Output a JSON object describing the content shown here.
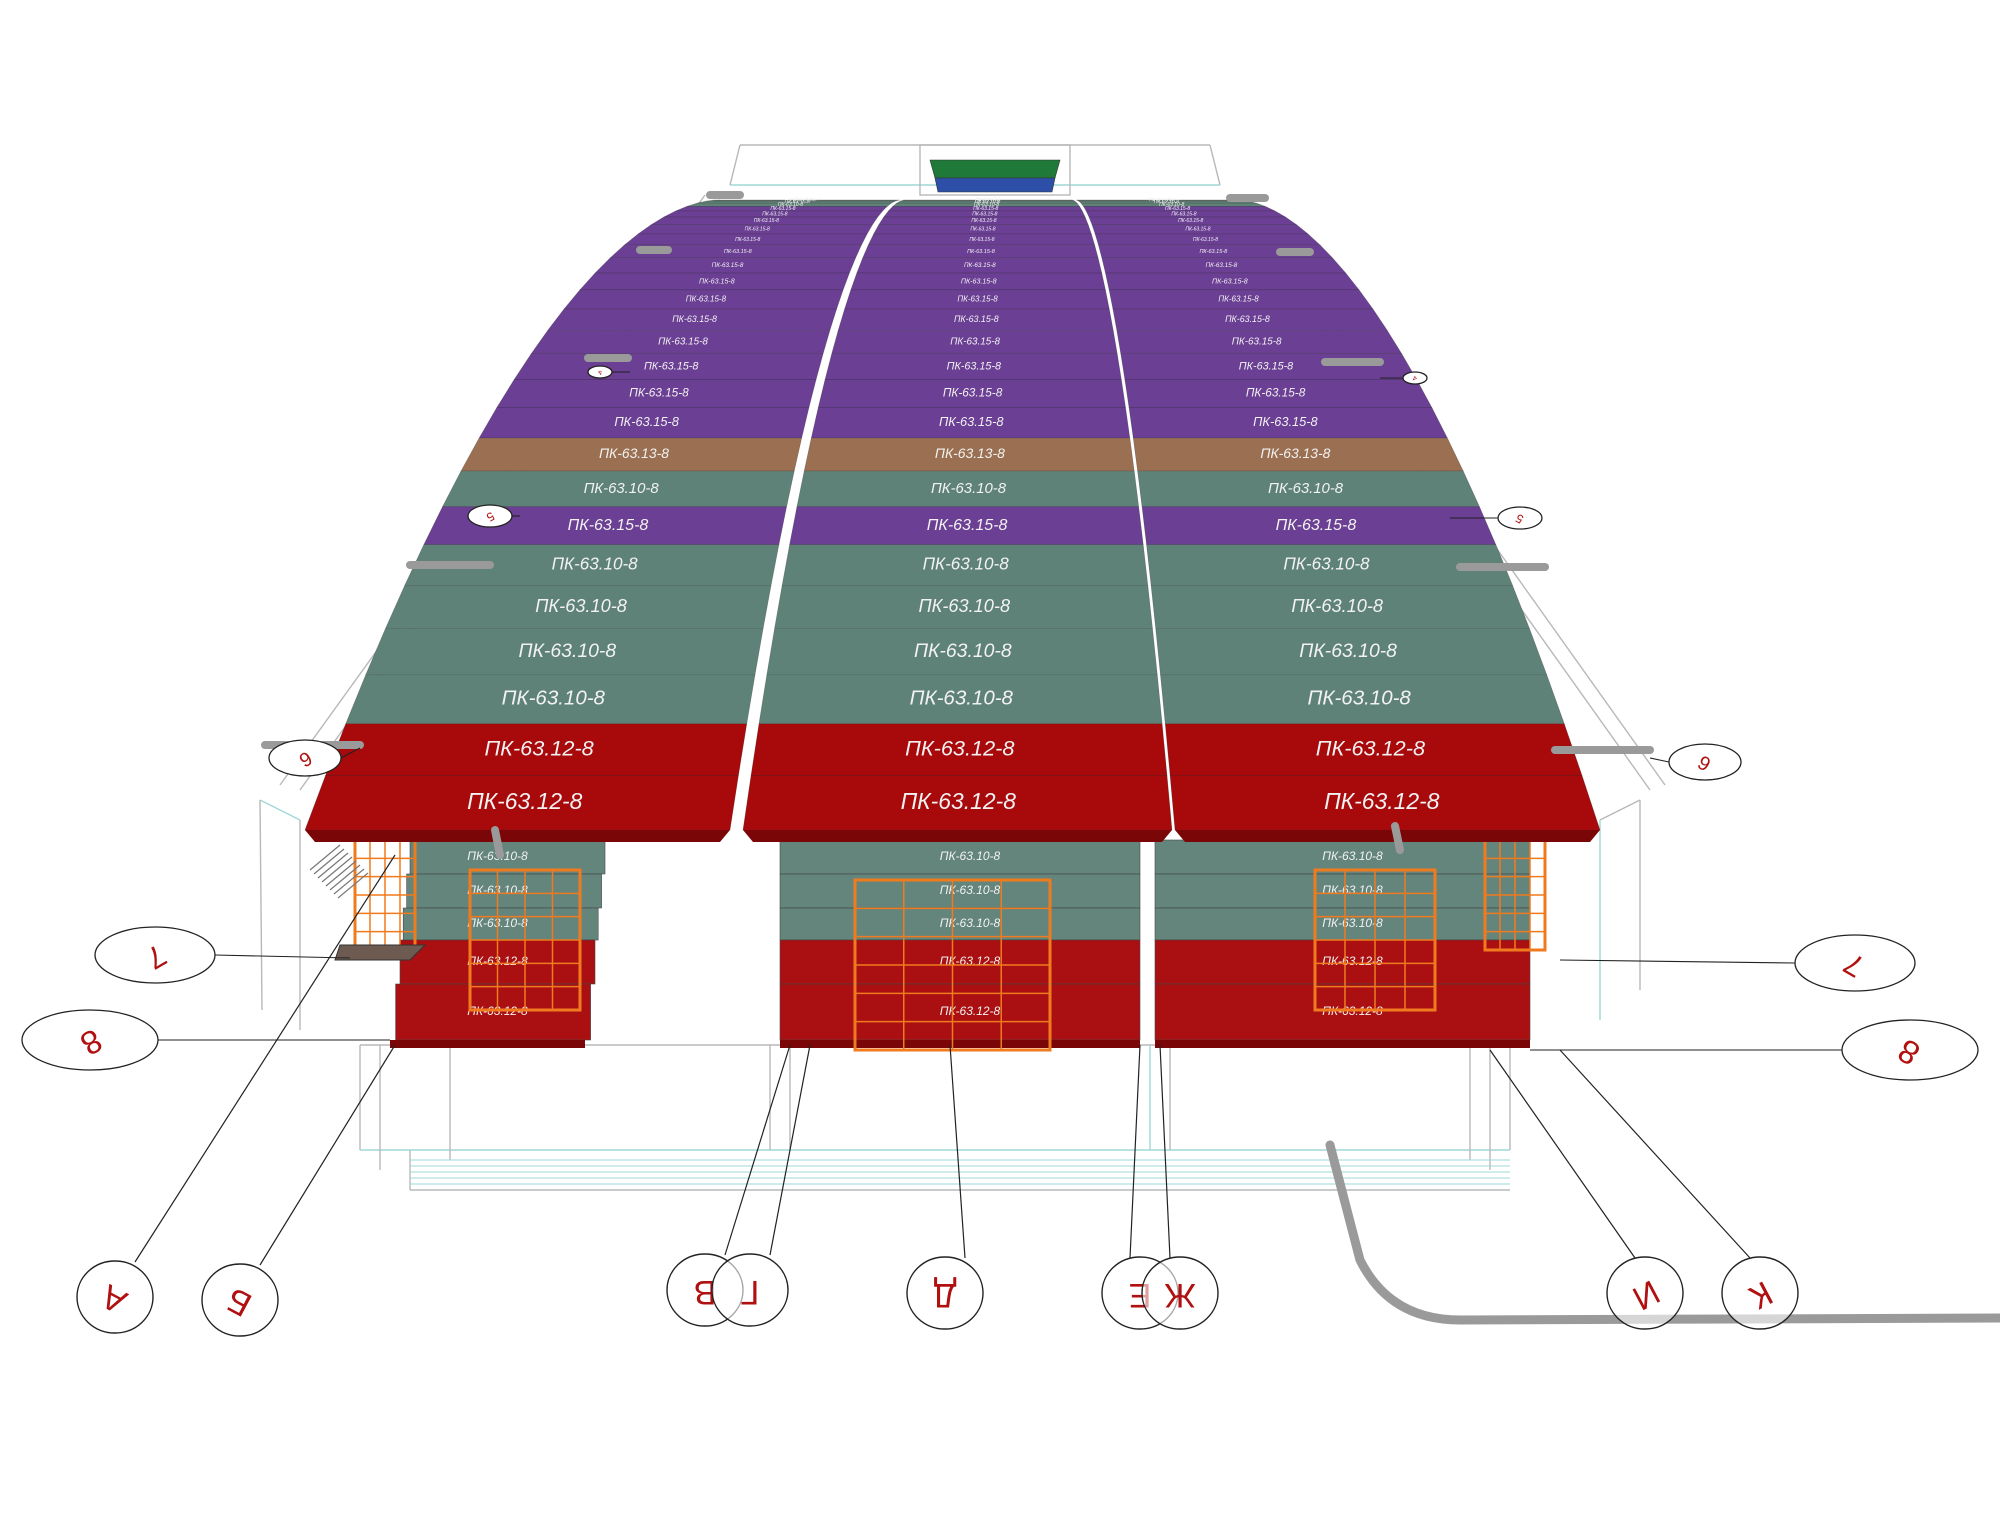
{
  "colors": {
    "background": "#ffffff",
    "slab_red": "#a8090b",
    "slab_red_dark": "#7a0607",
    "slab_green": "#5f8278",
    "slab_purple": "#6b3f94",
    "slab_brown": "#9b7052",
    "slab_teal_top": "#1f7a3a",
    "slab_blue_top": "#2d4fa8",
    "frame_orange": "#f07a1e",
    "wire_gray": "#b8b8b8",
    "wire_cyan": "#9fd9d6",
    "axis_line": "#222222",
    "axis_label": "#b01010",
    "pipe": "#9a9a9a"
  },
  "diagram": {
    "bays": 3,
    "slab_strips": [
      {
        "mark": "ПК-63.12-8",
        "color": "slab_red"
      },
      {
        "mark": "ПК-63.12-8",
        "color": "slab_red"
      },
      {
        "mark": "ПК-63.10-8",
        "color": "slab_green"
      },
      {
        "mark": "ПК-63.10-8",
        "color": "slab_green"
      },
      {
        "mark": "ПК-63.10-8",
        "color": "slab_green"
      },
      {
        "mark": "ПК-63.10-8",
        "color": "slab_green"
      },
      {
        "mark": "ПК-63.15-8",
        "color": "slab_purple"
      },
      {
        "mark": "ПК-63.10-8",
        "color": "slab_green"
      },
      {
        "mark": "ПК-63.13-8",
        "color": "slab_brown"
      },
      {
        "mark": "ПК-63.15-8",
        "color": "slab_purple"
      },
      {
        "mark": "ПК-63.15-8",
        "color": "slab_purple"
      },
      {
        "mark": "ПК-63.15-8",
        "color": "slab_purple"
      },
      {
        "mark": "ПК-63.15-8",
        "color": "slab_purple"
      },
      {
        "mark": "ПК-63.15-8",
        "color": "slab_purple"
      },
      {
        "mark": "ПК-63.15-8",
        "color": "slab_purple"
      },
      {
        "mark": "ПК-63.15-8",
        "color": "slab_purple"
      },
      {
        "mark": "ПК-63.15-8",
        "color": "slab_purple"
      },
      {
        "mark": "ПК-63.15-8",
        "color": "slab_purple"
      },
      {
        "mark": "ПК-63.15-8",
        "color": "slab_purple"
      },
      {
        "mark": "ПК-63.15-8",
        "color": "slab_purple"
      },
      {
        "mark": "ПК-63.15-8",
        "color": "slab_purple"
      },
      {
        "mark": "ПК-63.15-8",
        "color": "slab_purple"
      },
      {
        "mark": "ПК-63.15-8",
        "color": "slab_purple"
      },
      {
        "mark": "ПК-63.10-8",
        "color": "slab_green"
      },
      {
        "mark": "ПК-63.10-8",
        "color": "slab_green"
      },
      {
        "mark": "ПК-63.10-8",
        "color": "slab_green"
      },
      {
        "mark": "ПК-63.12-8",
        "color": "slab_red"
      }
    ],
    "lower_strips": [
      {
        "mark": "ПК-63.10-8",
        "color": "slab_green"
      },
      {
        "mark": "ПК-63.10-8",
        "color": "slab_green"
      },
      {
        "mark": "ПК-63.10-8",
        "color": "slab_green"
      },
      {
        "mark": "ПК-63.12-8",
        "color": "slab_red"
      },
      {
        "mark": "ПК-63.12-8",
        "color": "slab_red"
      }
    ],
    "axis_bubbles_bottom": [
      "А",
      "Б",
      "В",
      "Г",
      "Д",
      "Е",
      "Ж",
      "И",
      "К"
    ],
    "axis_bubbles_side": [
      "4",
      "5",
      "6",
      "7",
      "8"
    ]
  }
}
